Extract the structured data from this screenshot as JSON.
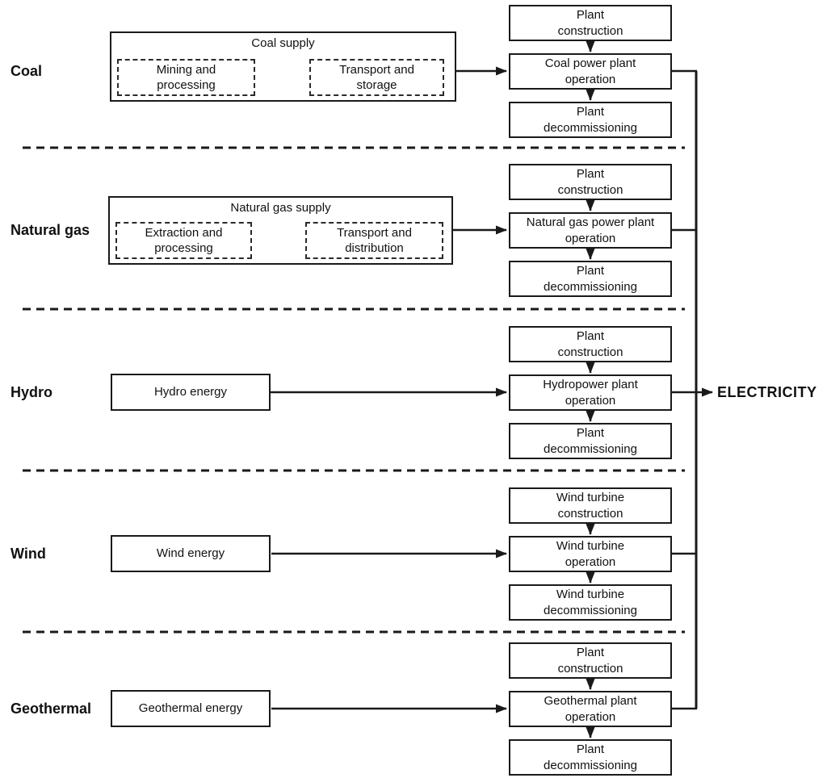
{
  "diagram": {
    "electricity_label": "ELECTRICITY",
    "colors": {
      "line": "#1a1a1a",
      "background": "#ffffff"
    },
    "rows": [
      {
        "label": "Coal",
        "supply": {
          "title": "Coal supply",
          "stage1": "Mining and\nprocessing",
          "stage2": "Transport and\nstorage"
        },
        "construction": "Plant\nconstruction",
        "operation": "Coal power plant\noperation",
        "decommissioning": "Plant\ndecommissioning"
      },
      {
        "label": "Natural gas",
        "supply": {
          "title": "Natural gas supply",
          "stage1": "Extraction and\nprocessing",
          "stage2": "Transport and\ndistribution"
        },
        "construction": "Plant\nconstruction",
        "operation": "Natural gas power plant\noperation",
        "decommissioning": "Plant\ndecommissioning"
      },
      {
        "label": "Hydro",
        "supply": {
          "title": "Hydro energy"
        },
        "construction": "Plant\nconstruction",
        "operation": "Hydropower plant\noperation",
        "decommissioning": "Plant\ndecommissioning"
      },
      {
        "label": "Wind",
        "supply": {
          "title": "Wind energy"
        },
        "construction": "Wind turbine\nconstruction",
        "operation": "Wind turbine\noperation",
        "decommissioning": "Wind turbine\ndecommissioning"
      },
      {
        "label": "Geothermal",
        "supply": {
          "title": "Geothermal energy"
        },
        "construction": "Plant\nconstruction",
        "operation": "Geothermal plant\noperation",
        "decommissioning": "Plant\ndecommissioning"
      }
    ]
  }
}
